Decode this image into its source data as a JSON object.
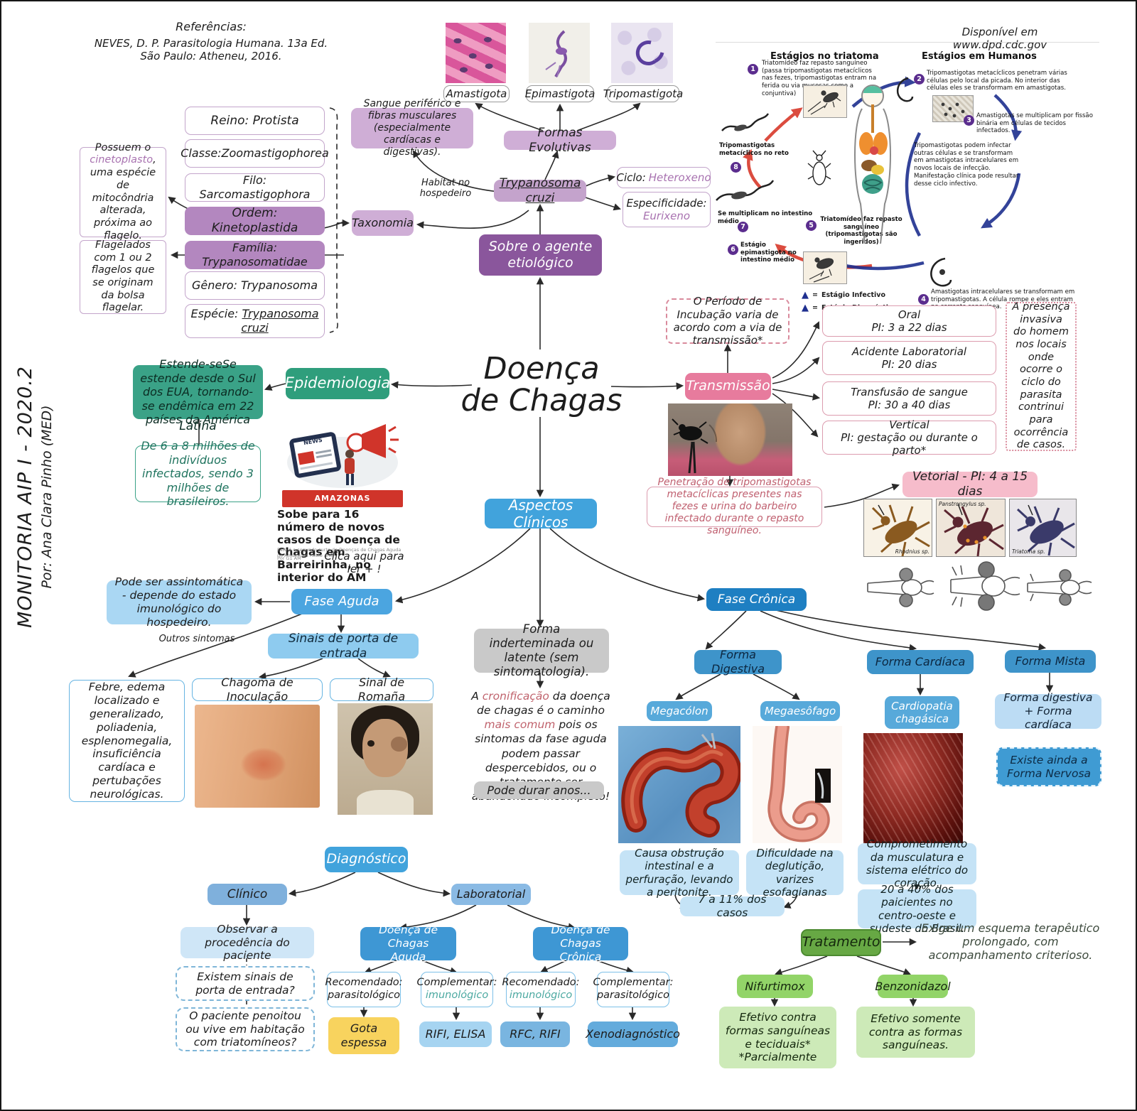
{
  "side": {
    "title": "MONITORIA AIP I - 2020.2",
    "author": "Por: Ana Clara Pinho (MED)"
  },
  "references": {
    "title": "Referências:",
    "text": "NEVES, D. P. Parasitologia Humana. 13a Ed. São Paulo: Atheneu, 2016."
  },
  "cdc": {
    "available": "Disponível em www.dpd.cdc.gov",
    "left_title": "Estágios no triatoma",
    "right_title": "Estágios em Humanos",
    "n1": "1",
    "n2": "2",
    "n3": "3",
    "n4": "4",
    "n5": "5",
    "n6": "6",
    "n7": "7",
    "n8": "8",
    "s1": "Triatomídeo faz repasto sanguíneo (passa tripomastigotas metacíclicos nas fezes, tripomastigotas entram na ferida ou via mucosas como a conjuntiva)",
    "s2": "Tripomastigotas metacíclicos penetram várias células pelo local da picada. No interior das células eles se transformam em amastigotas.",
    "s3": "Amastigotas se multiplicam por fissão binária em células de tecidos infectados.",
    "s3b": "Tripomastigotas podem infectar outras células e se transformam em amastigotas intracelulares em novos locais de infecção. Manifestação clínica pode resultar desse ciclo infectivo.",
    "s4": "Amastigotas intracelulares se transformam em tripomastigotas. A célula rompe e eles entram na corrente sanguínea.",
    "s5": "Triatomídeo faz repasto sanguíneo (tripomastigotas são ingeridos)",
    "s6": "Estágio epimastigota no intestino médio",
    "s7": "Se multiplicam no intestino médio",
    "s8": "Tripomastigotas metacíclicos no reto",
    "legend_infective": "Estágio Infectivo",
    "legend_diagnostic": "Estágio Diagnóstico"
  },
  "forms": {
    "labels": [
      "Amastigota",
      "Epimastigota",
      "Tripomastigota"
    ],
    "box": "Formas Evolutivas",
    "habitat_box": "Sangue periférico e fibras musculares (especialmente cardíacas e digestivas).",
    "habitat_note": "Habitat no hospedeiro"
  },
  "agent": {
    "name": "Trypanosoma cruzi",
    "about": "Sobre o agente etiológico",
    "ciclo_label": "Ciclo:",
    "ciclo_value": "Heteroxeno",
    "espec_label": "Especificidade:",
    "espec_value": "Eurixeno"
  },
  "taxonomy": {
    "box": "Taxonomia",
    "items": [
      {
        "label": "Reino: Protista"
      },
      {
        "label": "Classe:Zoomastigophorea"
      },
      {
        "label": "Filo: Sarcomastigophora"
      },
      {
        "label": "Ordem: Kinetoplastida"
      },
      {
        "label": "Família: Trypanosomatidae"
      },
      {
        "label": "Gênero: Trypanosoma"
      },
      {
        "label_prefix": "Espécie:",
        "label_species": "Trypanosoma cruzi"
      }
    ],
    "note1_pre": "Possuem o ",
    "note1_hl": "cinetoplasto",
    "note1_post": ", uma espécie de mitocôndria alterada, próxima ao flagelo.",
    "note2": "Flagelados com 1 ou 2 flagelos que se originam da bolsa flagelar."
  },
  "title": "Doença de Chagas",
  "epidemiology": {
    "box": "Epidemiologia",
    "spread": "Estende-seSe estende desde o Sul dos EUA, tornando-se endêmica em 22 países da América",
    "spread_overflow": "Latina",
    "numbers": "De 6 a 8 milhões de indivíduos infectados, sendo 3 milhões de brasileiros.",
    "news_label": "NEWS",
    "news_banner": "AMAZONAS",
    "headline": "Sobe para 16 número de novos casos de Doença de Chagas em Barreirinha, no interior do AM",
    "subhead": "Este é o segundo surto de Doenças de Chagas Aguda no Amazonas neste ano.",
    "byline": "Por G1 AM",
    "click": "Clica aqui para ler + !"
  },
  "transmission": {
    "box": "Transmissão",
    "incubation": "O Período de Incubação varia de acordo com a via de transmissão*",
    "routes": [
      {
        "name": "Oral",
        "pi": "PI: 3 a 22 dias"
      },
      {
        "name": "Acidente Laboratorial",
        "pi": "PI: 20 dias"
      },
      {
        "name": "Transfusão de sangue",
        "pi": "PI: 30 a 40 dias"
      },
      {
        "name": "Vertical",
        "pi": "PI: gestação ou durante o parto*"
      }
    ],
    "presence": "A presença invasiva do homem nos locais onde ocorre o ciclo do parasita contrinui para ocorrência de casos.",
    "penetration": "Penetração de tripomastigotas metacíclicas presentes nas fezes e urina do barbeiro infectado durante o repasto sanguíneo.",
    "vetorial": "Vetorial - PI: 4 a 15 dias",
    "vectors": [
      "Rhodnius sp.",
      "Panstrongylus sp.",
      "Triatoma sp."
    ]
  },
  "clinical": {
    "box": "Aspectos Clínicos",
    "acute": {
      "box": "Fase Aguda",
      "asymptomatic": "Pode ser assintomática - depende do estado imunológico do hospedeiro.",
      "other_label": "Outros sintomas",
      "symptoms": "Febre, edema localizado e generalizado, poliadenia, esplenomegalia, insuficiência cardíaca e pertubações neurológicas.",
      "entry": "Sinais de porta de entrada",
      "chagoma": "Chagoma de Inoculação",
      "romana": "Sinal de Romaña"
    },
    "indeterminate": "Forma inderteminada ou latente (sem sintomatologia).",
    "chron_pre": "A ",
    "chron_hl1": "cronificação",
    "chron_mid1": " da doença de chagas é o caminho ",
    "chron_hl2": "mais comum",
    "chron_post": " pois os sintomas da fase aguda podem passar despercebidos, ou o tratamento ser abandonado incompleto!",
    "lasts": "Pode durar anos...",
    "chronic": {
      "box": "Fase Crônica",
      "digestive": "Forma Digestiva",
      "cardiac": "Forma Cardíaca",
      "mixed": "Forma Mista",
      "megacolon": "Megacólon",
      "megaesophagus": "Megaesôfago",
      "cardiopathy": "Cardiopatia chagásica",
      "mixed_sub": "Forma digestiva + Forma cardíaca",
      "nervous": "Existe ainda a Forma Nervosa",
      "megacolon_caption": "Causa obstrução intestinal e a perfuração, levando a peritonite.",
      "megaesophagus_caption": "Dificuldade na deglutição, varizes esofagianas",
      "digestive_pct": "7 a 11% dos casos",
      "cardiac_caption": "Comprometimento da musculatura e sistema elétrico do coração.",
      "cardiac_pct": "20 a 40% dos paicientes no centro-oeste e sudeste do Brasil."
    }
  },
  "diagnosis": {
    "box": "Diagnóstico",
    "clinical": "Clínico",
    "laboratory": "Laboratorial",
    "origin": "Observar a procedência do paciente",
    "q1": "Existem sinais de porta de entrada?",
    "q2": "O paciente penoitou ou vive em habitação com triatomíneos?",
    "acute_l1": "Doença de Chagas",
    "acute_l2": "Aguda",
    "chronic_l1": "Doença de Chagas",
    "chronic_l2": "Crônica",
    "rec1_label": "Recomendado:",
    "rec1_value": "parasitológico",
    "comp1_label": "Complementar:",
    "comp1_value": "imunológico",
    "rec2_label": "Recomendado:",
    "rec2_value": "imunológico",
    "comp2_label": "Complementar:",
    "comp2_value": "parasitológico",
    "gota": "Gota espessa",
    "rifi_elisa": "RIFI, ELISA",
    "rfc_rifi": "RFC, RIFI",
    "xeno": "Xenodiagnóstico"
  },
  "treatment": {
    "box": "Tratamento",
    "note": "Exige um esquema terapêutico prolongado, com acompanhamento criterioso.",
    "nifurtimox": "Nifurtimox",
    "benznidazole": "Benzonidazol",
    "nifurtimox_effect": "Efetivo contra formas sanguíneas e teciduais*",
    "nifurtimox_note": "*Parcialmente",
    "benznidazole_effect": "Efetivo somente contra as formas sanguíneas."
  }
}
